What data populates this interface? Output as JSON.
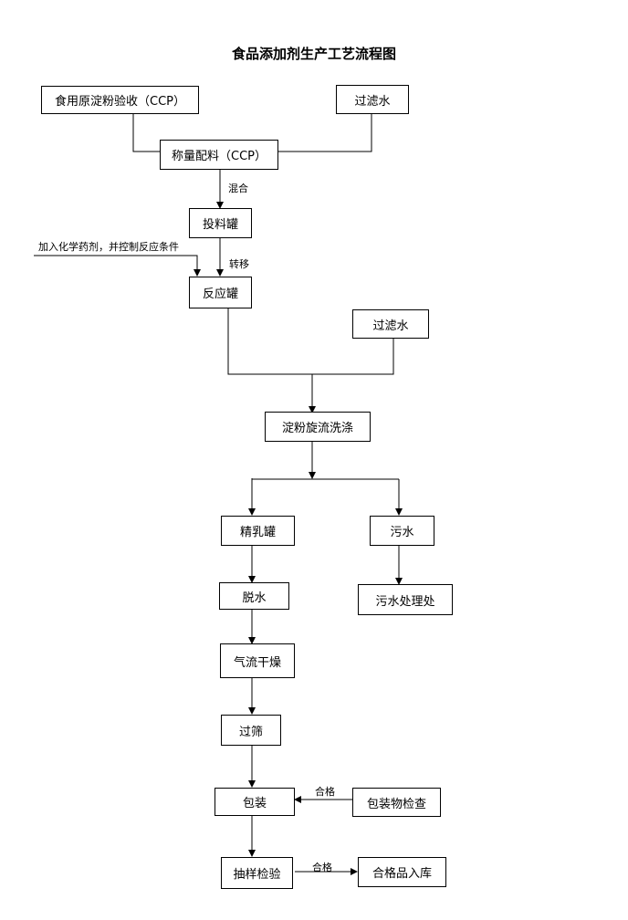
{
  "title": "食品添加剂生产工艺流程图",
  "nodes": {
    "starch_receipt": "食用原淀粉验收（CCP）",
    "filtered_water_1": "过滤水",
    "weighing": "称量配料（CCP）",
    "feed_tank": "投料罐",
    "reactor": "反应罐",
    "filtered_water_2": "过滤水",
    "cyclone_wash": "淀粉旋流洗涤",
    "refined_milk_tank": "精乳罐",
    "wastewater": "污水",
    "wastewater_treatment": "污水处理处",
    "dewatering": "脱水",
    "flash_drying": "气流干燥",
    "sieving": "过筛",
    "packaging": "包装",
    "packaging_inspection": "包装物检查",
    "sampling_inspection": "抽样检验",
    "warehousing": "合格品入库"
  },
  "edge_labels": {
    "mix": "混合",
    "transfer": "转移",
    "chemicals": "加入化学药剂，并控制反应条件",
    "qualified_1": "合格",
    "qualified_2": "合格"
  }
}
